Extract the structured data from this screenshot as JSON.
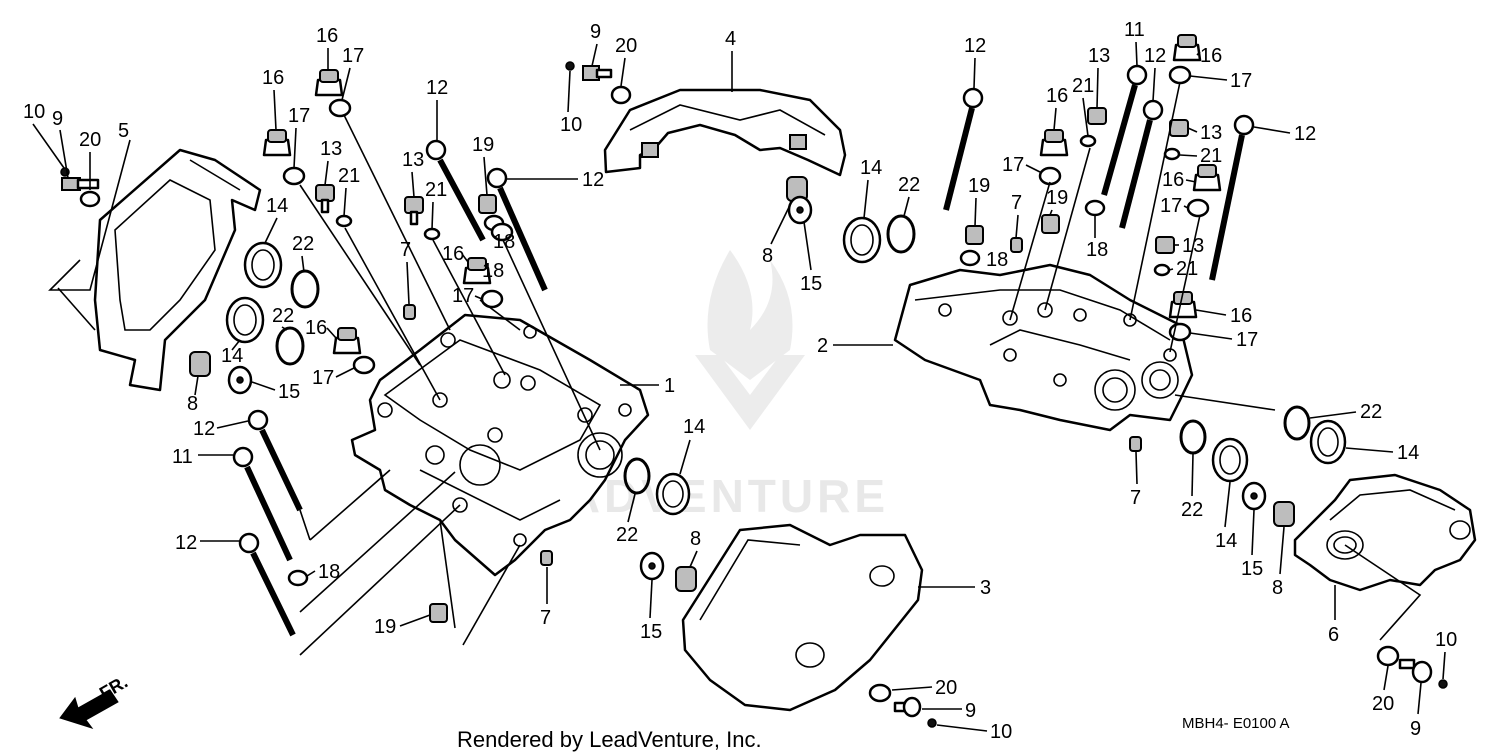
{
  "diagram": {
    "drawing_code": "MBH4- E0100 A",
    "credit": "Rendered by LeadVenture, Inc.",
    "watermark": "LEADVENTURE",
    "front_arrow_label": "FR."
  },
  "callouts": {
    "c1": "1",
    "c2": "2",
    "c3": "3",
    "c4": "4",
    "c5": "5",
    "c6": "6",
    "c7a": "7",
    "c7b": "7",
    "c7c": "7",
    "c7d": "7",
    "c8a": "8",
    "c8b": "8",
    "c8c": "8",
    "c8d": "8",
    "c9a": "9",
    "c9b": "9",
    "c9c": "9",
    "c9d": "9",
    "c10a": "10",
    "c10b": "10",
    "c10c": "10",
    "c10d": "10",
    "c11a": "11",
    "c11b": "11",
    "c12a": "12",
    "c12b": "12",
    "c12c": "12",
    "c12d": "12",
    "c12e": "12",
    "c12f": "12",
    "c12g": "12",
    "c13a": "13",
    "c13b": "13",
    "c13c": "13",
    "c13d": "13",
    "c13e": "13",
    "c14a": "14",
    "c14b": "14",
    "c14c": "14",
    "c14d": "14",
    "c14e": "14",
    "c14f": "14",
    "c15a": "15",
    "c15b": "15",
    "c15c": "15",
    "c15d": "15",
    "c16a": "16",
    "c16b": "16",
    "c16c": "16",
    "c16d": "16",
    "c16e": "16",
    "c16f": "16",
    "c16g": "16",
    "c16h": "16",
    "c17a": "17",
    "c17b": "17",
    "c17c": "17",
    "c17d": "17",
    "c17e": "17",
    "c17f": "17",
    "c17g": "17",
    "c17h": "17",
    "c18a": "18",
    "c18b": "18",
    "c18c": "18",
    "c18d": "18",
    "c19a": "19",
    "c19b": "19",
    "c19c": "19",
    "c19d": "19",
    "c20a": "20",
    "c20b": "20",
    "c20c": "20",
    "c20d": "20",
    "c21a": "21",
    "c21b": "21",
    "c21c": "21",
    "c21d": "21",
    "c21e": "21",
    "c22a": "22",
    "c22b": "22",
    "c22c": "22",
    "c22d": "22",
    "c22e": "22"
  }
}
